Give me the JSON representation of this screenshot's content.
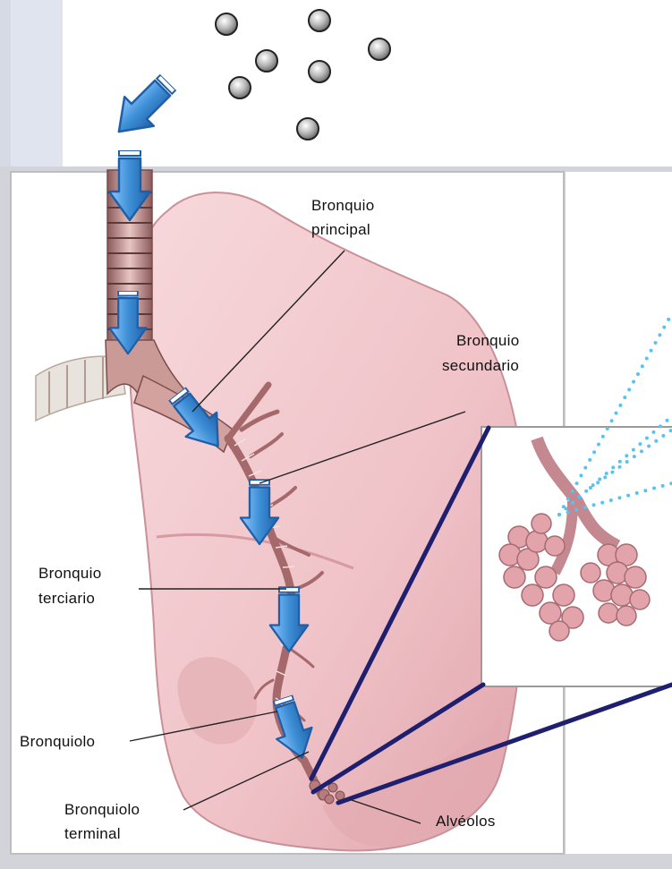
{
  "labels": {
    "bronquio_principal": [
      "Bronquio",
      "principal"
    ],
    "bronquio_secundario": [
      "Bronquio",
      "secundario"
    ],
    "bronquio_terciario": [
      "Bronquio",
      "terciario"
    ],
    "bronquiolo": "Bronquiolo",
    "bronquiolo_terminal": [
      "Bronquiolo",
      "terminal"
    ],
    "alveolos": "Alvéolos"
  },
  "colors": {
    "flow_arrow": "#3d8fd6",
    "lung": "#efc3c8",
    "bronchi": "#b7787a",
    "zoom_lines": "#1e1f6e",
    "dotted_lines": "#56c3f0",
    "particles": "#9a9a9a",
    "frame_shadow": "#d2d4da",
    "side_band": "#dfe4ef"
  },
  "icons": [
    "particle-icon",
    "flow-arrow-icon"
  ]
}
